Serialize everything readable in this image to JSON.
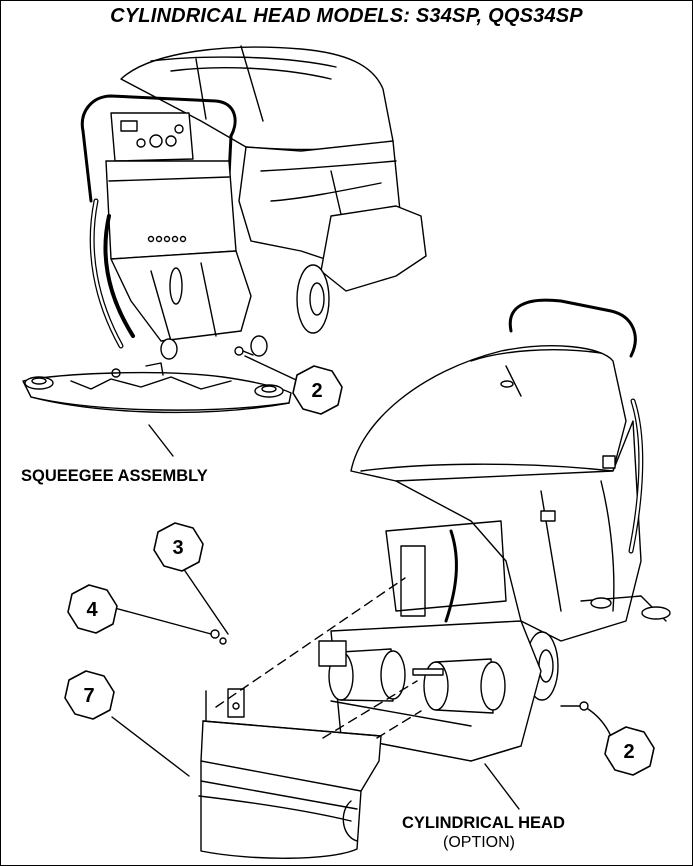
{
  "title": "CYLINDRICAL HEAD MODELS: S34SP,  QQS34SP",
  "labels": {
    "squeegee": "SQUEEGEE ASSEMBLY",
    "cyl_head": "CYLINDRICAL HEAD",
    "option": "(OPTION)"
  },
  "callouts": {
    "c1": "2",
    "c2": "3",
    "c3": "4",
    "c4": "7",
    "c5": "2"
  }
}
